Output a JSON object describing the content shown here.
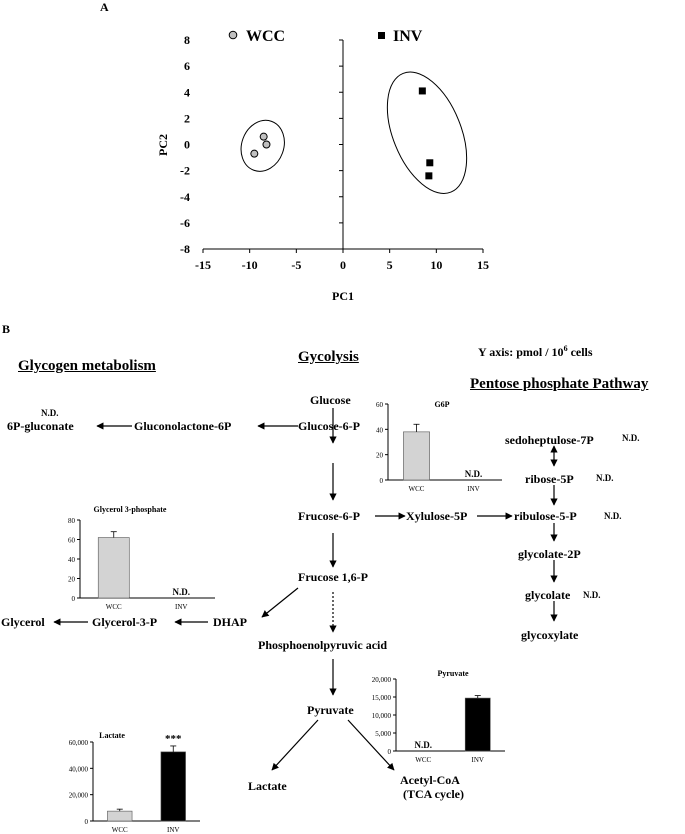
{
  "panel_a": {
    "label": "A",
    "chart_data": {
      "type": "scatter",
      "xlabel": "PC1",
      "ylabel": "PC2",
      "xlim": [
        -15,
        15
      ],
      "ylim": [
        -8,
        8
      ],
      "xticks": [
        -15,
        -10,
        -5,
        0,
        5,
        10,
        15
      ],
      "yticks": [
        -8,
        -6,
        -4,
        -2,
        0,
        2,
        4,
        6,
        8
      ],
      "legend_position": "top",
      "series": [
        {
          "name": "WCC",
          "marker": "circle",
          "color": "#c0c0c0",
          "points": [
            [
              -8.5,
              0.6
            ],
            [
              -8.2,
              0.0
            ],
            [
              -9.5,
              -0.7
            ]
          ]
        },
        {
          "name": "INV",
          "marker": "square",
          "color": "#000000",
          "points": [
            [
              8.5,
              4.1
            ],
            [
              9.3,
              -1.4
            ],
            [
              9.2,
              -2.4
            ]
          ]
        }
      ],
      "grid": false
    }
  },
  "panel_b": {
    "label": "B",
    "y_axis_note": "Y axis:  pmol / 10",
    "y_axis_note_sup": "6",
    "y_axis_note_end": " cells",
    "sections": {
      "glycogen": "Glycogen metabolism",
      "glycolysis": "Gycolysis",
      "ppp": "Pentose phosphate Pathway"
    },
    "nodes": {
      "glucose": "Glucose",
      "g6p": "Glucose-6-P",
      "f6p": "Frucose-6-P",
      "f16p": "Frucose 1,6-P",
      "pep": "Phosphoenolpyruvic acid",
      "pyruvate": "Pyruvate",
      "lactate": "Lactate",
      "acetyl1": "Acetyl-CoA",
      "acetyl2": "(TCA cycle)",
      "gluconolactone": "Gluconolactone-6P",
      "p6gluconate": "6P-gluconate",
      "xylulose": "Xylulose-5P",
      "ribulose": "ribulose-5-P",
      "ribose": "ribose-5P",
      "sedo": "sedoheptulose-7P",
      "glycolate2p": "glycolate-2P",
      "glycolate": "glycolate",
      "glyoxylate": "glycoxylate",
      "dhap": "DHAP",
      "g3p": "Glycerol-3-P",
      "glycerol": "Glycerol"
    },
    "nd_labels": {
      "gluconate": "N.D.",
      "sedo": "N.D.",
      "ribose": "N.D.",
      "ribulose": "N.D.",
      "glycolate": "N.D."
    },
    "chart_data": [
      {
        "type": "bar",
        "title": "G6P",
        "categories": [
          "WCC",
          "INV"
        ],
        "values": [
          38,
          null
        ],
        "errors": [
          6,
          null
        ],
        "value_labels": [
          "",
          "N.D."
        ],
        "colors": [
          "#d3d3d3",
          "#000000"
        ],
        "ylim": [
          0,
          60
        ],
        "yticks": [
          "0",
          "20",
          "40",
          "60"
        ]
      },
      {
        "type": "bar",
        "title": "Glycerol 3-phosphate",
        "categories": [
          "WCC",
          "INV"
        ],
        "values": [
          62,
          null
        ],
        "errors": [
          6,
          null
        ],
        "value_labels": [
          "",
          "N.D."
        ],
        "colors": [
          "#d3d3d3",
          "#000000"
        ],
        "ylim": [
          0,
          80
        ],
        "yticks": [
          "0",
          "20",
          "40",
          "60",
          "80"
        ]
      },
      {
        "type": "bar",
        "title": "Pyruvate",
        "categories": [
          "WCC",
          "INV"
        ],
        "values": [
          null,
          14700
        ],
        "errors": [
          null,
          700
        ],
        "value_labels": [
          "N.D.",
          ""
        ],
        "colors": [
          "#d3d3d3",
          "#000000"
        ],
        "ylim": [
          0,
          20000
        ],
        "yticks": [
          "0",
          "5,000",
          "10,000",
          "15,000",
          "20,000"
        ]
      },
      {
        "type": "bar",
        "title": "Lactate",
        "categories": [
          "WCC",
          "INV"
        ],
        "values": [
          7500,
          52500
        ],
        "errors": [
          1500,
          4500
        ],
        "value_labels": [
          "",
          ""
        ],
        "significance": "***",
        "colors": [
          "#d3d3d3",
          "#000000"
        ],
        "ylim": [
          0,
          60000
        ],
        "yticks": [
          "0",
          "20,000",
          "40,000",
          "60,000"
        ]
      }
    ]
  }
}
